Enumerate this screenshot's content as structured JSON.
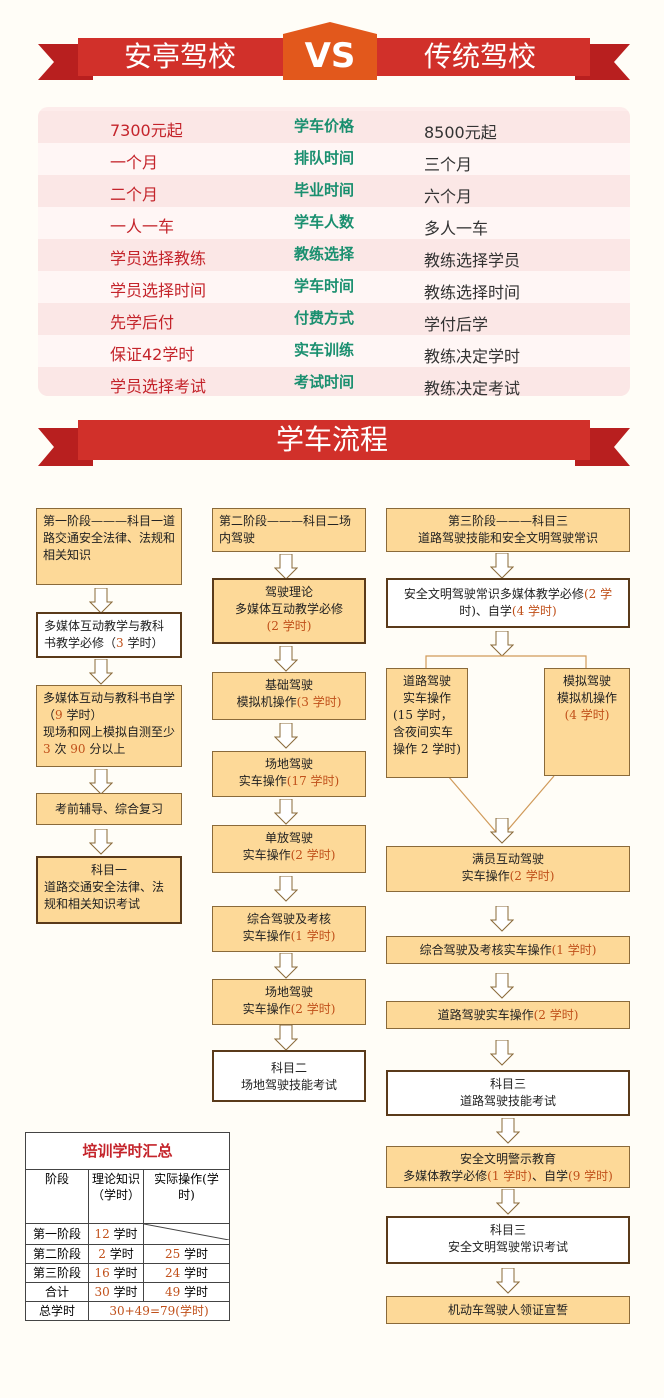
{
  "header": {
    "left": "安亭驾校",
    "vs": "VS",
    "right": "传统驾校"
  },
  "comparison": [
    {
      "left": "7300元起",
      "mid": "学车价格",
      "right": "8500元起"
    },
    {
      "left": "一个月",
      "mid": "排队时间",
      "right": "三个月"
    },
    {
      "left": "二个月",
      "mid": "毕业时间",
      "right": "六个月"
    },
    {
      "left": "一人一车",
      "mid": "学车人数",
      "right": "多人一车"
    },
    {
      "left": "学员选择教练",
      "mid": "教练选择",
      "right": "教练选择学员"
    },
    {
      "left": "学员选择时间",
      "mid": "学车时间",
      "right": "教练选择时间"
    },
    {
      "left": "先学后付",
      "mid": "付费方式",
      "right": "学付后学"
    },
    {
      "left": "保证42学时",
      "mid": "实车训练",
      "right": "教练决定学时"
    },
    {
      "left": "学员选择考试",
      "mid": "考试时间",
      "right": "教练决定考试"
    }
  ],
  "flow_title": "学车流程",
  "col1": {
    "b1": "第一阶段———科目一道路交通安全法律、法规和相关知识",
    "b2a": "多媒体互动教学与教科书教学必修（",
    "b2n": "3",
    "b2b": " 学时）",
    "b3a": "多媒体互动与教科书自学（",
    "b3n": "9",
    "b3b": " 学时）",
    "b3c": "现场和网上模拟自测至少",
    "b3d": "3",
    "b3e": " 次 ",
    "b3f": "90",
    "b3g": " 分以上",
    "b4": "考前辅导、综合复习",
    "b5a": "科目一",
    "b5b": "道路交通安全法律、法规和相关知识考试"
  },
  "col2": {
    "b1": "第二阶段———科目二场内驾驶",
    "b2a": "驾驶理论",
    "b2b": "多媒体互动教学必修",
    "b2c": "(2 学时)",
    "b3a": "基础驾驶",
    "b3b": "模拟机操作",
    "b3c": "(3 学时)",
    "b4a": "场地驾驶",
    "b4b": "实车操作",
    "b4c": "(17 学时)",
    "b5a": "单放驾驶",
    "b5b": "实车操作",
    "b5c": "(2 学时)",
    "b6a": "综合驾驶及考核",
    "b6b": "实车操作",
    "b6c": "(1 学时)",
    "b7a": "场地驾驶",
    "b7b": "实车操作",
    "b7c": "(2 学时)",
    "b8a": "科目二",
    "b8b": "场地驾驶技能考试"
  },
  "col3": {
    "b1a": "第三阶段———科目三",
    "b1b": "道路驾驶技能和安全文明驾驶常识",
    "b2a": "安全文明驾驶常识多媒体教学必修",
    "b2n1": "(2 学",
    "b2b": "时)、自学",
    "b2n2": "(4 学时)",
    "b3a": "道路驾驶",
    "b3b": "实车操作",
    "b3c": "(15 学时，含夜间实车操作 2 学时)",
    "b4a": "模拟驾驶",
    "b4b": "模拟机操作",
    "b4c": "(4 学时)",
    "b5a": "满员互动驾驶",
    "b5b": "实车操作",
    "b5c": "(2 学时)",
    "b6a": "综合驾驶及考核实车操作",
    "b6b": "(1 学时)",
    "b7a": "道路驾驶实车操作",
    "b7b": "(2 学时)",
    "b8a": "科目三",
    "b8b": "道路驾驶技能考试",
    "b9a": "安全文明警示教育",
    "b9b": "多媒体教学必修",
    "b9c": "(1 学时)",
    "b9d": "、自学",
    "b9e": "(9 学时)",
    "b10a": "科目三",
    "b10b": "安全文明驾驶常识考试",
    "b11": "机动车驾驶人领证宣誓"
  },
  "summary": {
    "title": "培训学时汇总",
    "h_stage": "阶段",
    "h_theory": "理论知识（学时）",
    "h_practice": "实际操作(学时)",
    "rows": [
      {
        "stage": "第一阶段",
        "theory": "12",
        "unit": "学时",
        "practice": "",
        "punit": ""
      },
      {
        "stage": "第二阶段",
        "theory": "2",
        "unit": "学时",
        "practice": "25",
        "punit": "学时"
      },
      {
        "stage": "第三阶段",
        "theory": "16",
        "unit": "学时",
        "practice": "24",
        "punit": "学时"
      },
      {
        "stage": "合计",
        "theory": "30",
        "unit": "学时",
        "practice": "49",
        "punit": "学时"
      }
    ],
    "total_label": "总学时",
    "total_value": "30+49=79(学时)"
  }
}
